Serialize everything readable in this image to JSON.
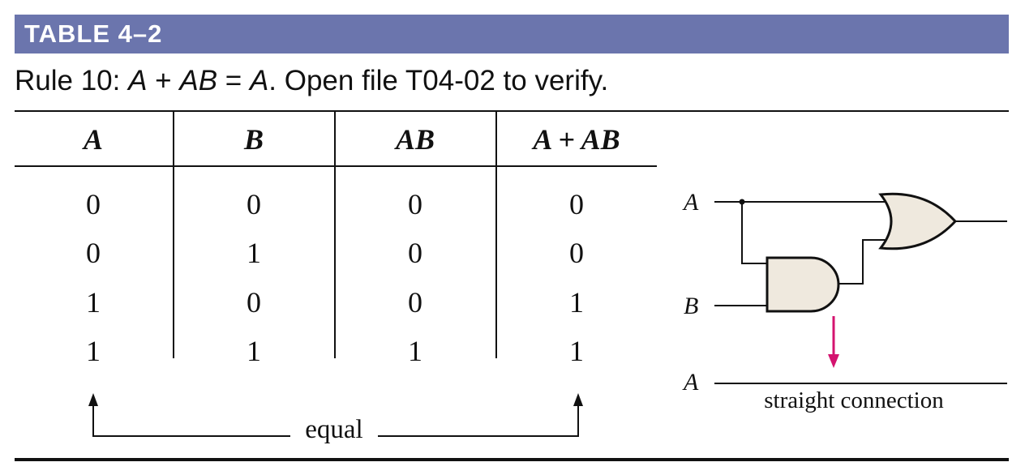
{
  "banner": {
    "title": "TABLE 4–2"
  },
  "rule": {
    "prefix": "Rule 10: ",
    "lhs_a": "A",
    "plus": " + ",
    "lhs_ab": "AB",
    "equals": " = ",
    "rhs": "A",
    "suffix": ". Open file T04-02 to verify."
  },
  "table": {
    "headers": [
      "A",
      "B",
      "AB",
      "A + AB"
    ],
    "rows": [
      [
        "0",
        "0",
        "0",
        "0"
      ],
      [
        "0",
        "1",
        "0",
        "0"
      ],
      [
        "1",
        "0",
        "0",
        "1"
      ],
      [
        "1",
        "1",
        "1",
        "1"
      ]
    ],
    "equal_label": "equal"
  },
  "diagram": {
    "input_a": "A",
    "input_b": "B",
    "output_a": "A",
    "caption": "straight connection",
    "gate_fill": "#efe9de",
    "arrow_color": "#d4136f"
  },
  "colors": {
    "banner": "#6b75ad"
  }
}
